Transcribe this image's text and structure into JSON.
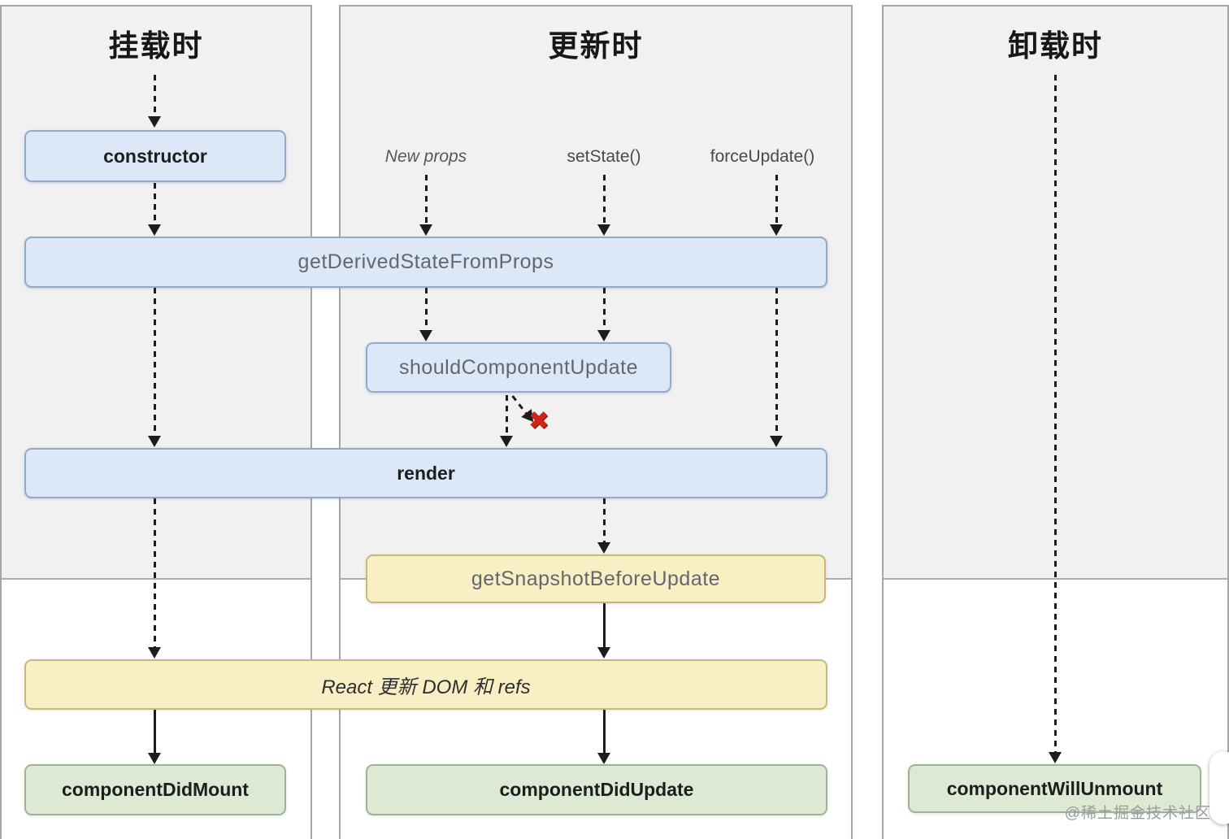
{
  "diagram": {
    "columns": [
      {
        "title": "挂载时"
      },
      {
        "title": "更新时"
      },
      {
        "title": "卸载时"
      }
    ],
    "triggers": {
      "new_props": "New props",
      "set_state": "setState()",
      "force_update": "forceUpdate()"
    },
    "nodes": {
      "constructor": "constructor",
      "get_derived_state_from_props": "getDerivedStateFromProps",
      "should_component_update": "shouldComponentUpdate",
      "render": "render",
      "get_snapshot_before_update": "getSnapshotBeforeUpdate",
      "react_updates_dom": "React 更新 DOM 和 refs",
      "component_did_mount": "componentDidMount",
      "component_did_update": "componentDidUpdate",
      "component_will_unmount": "componentWillUnmount"
    },
    "stop_mark": "✖",
    "watermark": "@稀土掘金技术社区",
    "colors": {
      "panel_bg": "#f1f1f2",
      "panel_border": "#a6a6a6",
      "node_blue_bg": "#dce8f8",
      "node_blue_border": "#94aacb",
      "node_yellow_bg": "#f9efc5",
      "node_yellow_border": "#c9b87e",
      "node_green_bg": "#dde9d5",
      "node_green_border": "#9db394",
      "arrow_color": "#1c1c1c",
      "stop_mark_color": "#cf2318"
    }
  }
}
